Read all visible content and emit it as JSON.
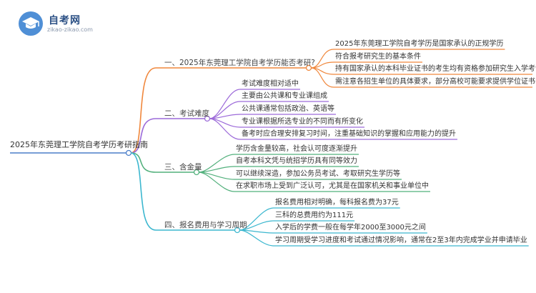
{
  "logo": {
    "title": "自考网",
    "url": "zikao-zikao.com"
  },
  "root": "2025年东莞理工学院自考学历考研指南",
  "branches": [
    {
      "label": "一、2025年东莞理工学院自考学历能否考研?",
      "color": "#f0873c",
      "children": [
        "2025年东莞理工学院自考学历是国家承认的正规学历",
        "符合报考研究生的基本条件",
        "持有国家承认的本科毕业证书的考生均有资格参加研究生入学考试",
        "需注意各招生单位的具体要求，部分高校可能要求提供学位证书"
      ]
    },
    {
      "label": "二、考试难度",
      "color": "#9c6ad9",
      "children": [
        "考试难度相对适中",
        "主要由公共课和专业课组成",
        "公共课通常包括政治、英语等",
        "专业课根据所选专业的不同而有所变化",
        "备考时应合理安排复习时间，注重基础知识的掌握和应用能力的提升"
      ]
    },
    {
      "label": "三、含金量",
      "color": "#52b07c",
      "children": [
        "学历含金量较高，社会认可度逐渐提升",
        "自考本科文凭与统招学历具有同等效力",
        "可以继续深造，参加公务员考试、考取研究生学历等",
        "在求职市场上受到广泛认可，尤其是在国家机关和事业单位中"
      ]
    },
    {
      "label": "四、报名费用与学习周期",
      "color": "#3cb7cf",
      "children": [
        "报名费用相对明确，每科报名费为37元",
        "三科的总费用约为111元",
        "入学后的学费一般在每学年2000至3000元之间",
        "学习周期受学习进度和考试通过情况影响，通常在2至3年内完成学业并申请毕业"
      ]
    }
  ]
}
